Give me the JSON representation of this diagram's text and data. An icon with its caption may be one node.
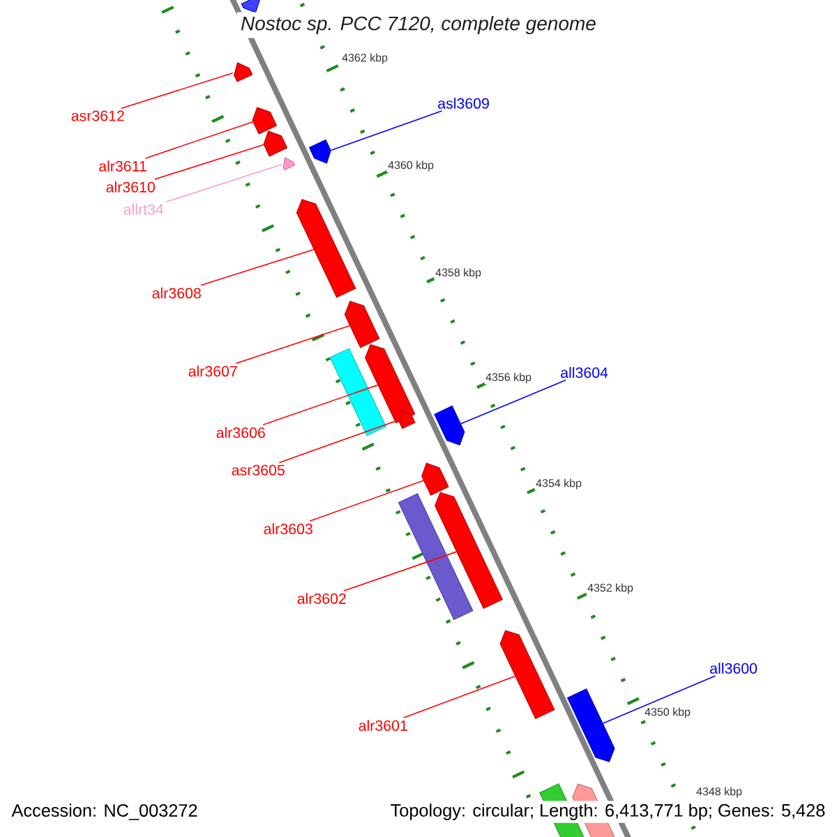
{
  "diagram": {
    "title": "Nostoc sp. PCC 7120, complete genome",
    "nodes": [
      {
        "text": [
          "asr3612"
        ]
      },
      {
        "text": [
          "alr3611"
        ]
      },
      {
        "text": [
          "alr3610"
        ]
      },
      {
        "text": [
          "allrt34"
        ]
      },
      {
        "text": [
          "asl3609"
        ]
      },
      {
        "text": [
          "alr3608"
        ]
      },
      {
        "text": [
          "alr3607"
        ]
      },
      {
        "text": [
          "all3604"
        ]
      },
      {
        "text": [
          "alr3606"
        ]
      },
      {
        "text": [
          "asr3605"
        ]
      },
      {
        "text": [
          "alr3603"
        ]
      },
      {
        "text": [
          "alr3602"
        ]
      },
      {
        "text": [
          "all3600"
        ]
      },
      {
        "text": [
          "alr3601"
        ]
      },
      {
        "text": [],
        "shape": "pentagon"
      },
      {
        "text": [],
        "shape": "pentagon"
      },
      {
        "text": [],
        "shape": "pentagon"
      },
      {
        "text": [],
        "shape": "pentagon"
      },
      {
        "text": [],
        "shape": "pentagon"
      },
      {
        "text": [],
        "shape": "pentagon"
      },
      {
        "text": [],
        "shape": "pentagon"
      },
      {
        "text": [],
        "shape": "pentagon"
      },
      {
        "text": [],
        "shape": "pentagon"
      },
      {
        "text": [],
        "shape": "bar"
      },
      {
        "text": [],
        "shape": "pentagon"
      },
      {
        "text": [],
        "shape": "pentagon"
      },
      {
        "text": [],
        "shape": "pentagon"
      },
      {
        "text": [],
        "shape": "bar"
      },
      {
        "text": [],
        "shape": "pentagon"
      },
      {
        "text": [],
        "shape": "pentagon"
      },
      {
        "text": [],
        "shape": "pentagon"
      },
      {
        "text": [],
        "shape": "bar"
      },
      {
        "text": [],
        "shape": "pentagon"
      }
    ],
    "edges": [
      {
        "from": 0,
        "to": 15,
        "arrow": "none"
      },
      {
        "from": 1,
        "to": 16,
        "arrow": "none"
      },
      {
        "from": 2,
        "to": 17,
        "arrow": "none"
      },
      {
        "from": 3,
        "to": 19,
        "arrow": "none",
        "color": "#ff99cc"
      },
      {
        "from": 4,
        "to": 18,
        "arrow": "none",
        "color": "#0000ff"
      },
      {
        "from": 5,
        "to": 20,
        "arrow": "none"
      },
      {
        "from": 6,
        "to": 21,
        "arrow": "none"
      },
      {
        "from": 7,
        "to": 25,
        "arrow": "none",
        "color": "#0000ff"
      },
      {
        "from": 8,
        "to": 22,
        "arrow": "none"
      },
      {
        "from": 9,
        "to": 24,
        "arrow": "none"
      },
      {
        "from": 10,
        "to": 26,
        "arrow": "none"
      },
      {
        "from": 11,
        "to": 28,
        "arrow": "none"
      },
      {
        "from": 12,
        "to": 30,
        "arrow": "none",
        "color": "#0000ff"
      },
      {
        "from": 13,
        "to": 29,
        "arrow": "none"
      }
    ],
    "labels": [
      "4362 kbp",
      "4360 kbp",
      "4358 kbp",
      "4356 kbp",
      "4354 kbp",
      "4352 kbp",
      "4350 kbp",
      "4348 kbp",
      "Accession: NC_003272",
      "Topology: circular; Length: 6,413,771 bp; Genes: 5,428"
    ]
  }
}
